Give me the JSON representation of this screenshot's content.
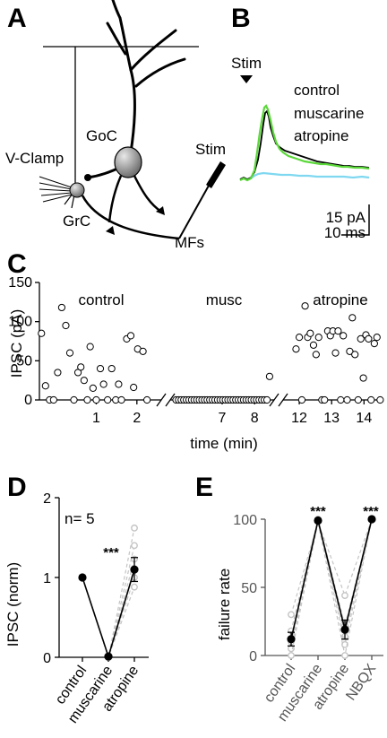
{
  "panels": {
    "A": {
      "letter": "A",
      "labels": {
        "voltage_clamp": "V-Clamp",
        "golgi": "GoC",
        "granule": "GrC",
        "stim": "Stim",
        "mossy": "MFs"
      }
    },
    "B": {
      "letter": "B",
      "stim_label": "Stim",
      "legend": [
        {
          "name": "control",
          "color": "#000000"
        },
        {
          "name": "muscarine",
          "color": "#7fd8f0"
        },
        {
          "name": "atropine",
          "color": "#5bd83a"
        }
      ],
      "scalebar": {
        "amplitude": "15 pA",
        "time": "10 ms"
      }
    },
    "C": {
      "letter": "C",
      "ylabel": "IPSC (pA)",
      "xlabel": "time (min)",
      "segment_titles": [
        "control",
        "musc",
        "atropine"
      ]
    },
    "D": {
      "letter": "D",
      "ylabel": "IPSC (norm)",
      "annotation": "n= 5",
      "significance": "***"
    },
    "E": {
      "letter": "E",
      "ylabel": "failure rate",
      "significance": [
        "***",
        "***"
      ]
    }
  },
  "chart_data": [
    {
      "id": "C",
      "type": "scatter",
      "ylabel": "IPSC (pA)",
      "xlabel": "time (min)",
      "ylim": [
        0,
        150
      ],
      "yticks": [
        0,
        50,
        100,
        150
      ],
      "segments": [
        {
          "title": "control",
          "xlim": [
            -0.4,
            2.6
          ],
          "xticks": [
            1,
            2
          ],
          "points": [
            [
              -0.35,
              85
            ],
            [
              -0.25,
              18
            ],
            [
              -0.15,
              0
            ],
            [
              -0.05,
              0
            ],
            [
              0.05,
              35
            ],
            [
              0.15,
              118
            ],
            [
              0.25,
              95
            ],
            [
              0.35,
              60
            ],
            [
              0.45,
              0
            ],
            [
              0.55,
              35
            ],
            [
              0.62,
              42
            ],
            [
              0.7,
              25
            ],
            [
              0.78,
              0
            ],
            [
              0.85,
              68
            ],
            [
              0.92,
              15
            ],
            [
              1.0,
              0
            ],
            [
              1.1,
              40
            ],
            [
              1.18,
              20
            ],
            [
              1.28,
              0
            ],
            [
              1.38,
              40
            ],
            [
              1.48,
              0
            ],
            [
              1.55,
              20
            ],
            [
              1.62,
              0
            ],
            [
              1.75,
              78
            ],
            [
              1.85,
              82
            ],
            [
              1.92,
              16
            ],
            [
              2.02,
              65
            ],
            [
              2.15,
              62
            ],
            [
              2.25,
              0
            ]
          ]
        },
        {
          "title": "musc",
          "xlim": [
            5.4,
            8.6
          ],
          "xticks": [
            7,
            8
          ],
          "points": [
            [
              5.58,
              0
            ],
            [
              5.66,
              0
            ],
            [
              5.74,
              0
            ],
            [
              5.82,
              0
            ],
            [
              5.9,
              0
            ],
            [
              5.98,
              0
            ],
            [
              6.06,
              0
            ],
            [
              6.14,
              0
            ],
            [
              6.22,
              0
            ],
            [
              6.3,
              0
            ],
            [
              6.38,
              0
            ],
            [
              6.46,
              0
            ],
            [
              6.54,
              0
            ],
            [
              6.62,
              0
            ],
            [
              6.7,
              0
            ],
            [
              6.78,
              0
            ],
            [
              6.86,
              0
            ],
            [
              6.94,
              0
            ],
            [
              7.02,
              0
            ],
            [
              7.1,
              0
            ],
            [
              7.18,
              0
            ],
            [
              7.26,
              0
            ],
            [
              7.34,
              0
            ],
            [
              7.42,
              0
            ],
            [
              7.5,
              0
            ],
            [
              7.58,
              0
            ],
            [
              7.66,
              0
            ],
            [
              7.74,
              0
            ],
            [
              7.82,
              0
            ],
            [
              7.9,
              0
            ],
            [
              7.98,
              0
            ],
            [
              8.06,
              0
            ],
            [
              8.14,
              0
            ],
            [
              8.22,
              0
            ],
            [
              8.3,
              0
            ],
            [
              8.38,
              0
            ],
            [
              8.46,
              30
            ]
          ]
        },
        {
          "title": "atropine",
          "xlim": [
            11.5,
            14.6
          ],
          "xticks": [
            12,
            13,
            14
          ],
          "points": [
            [
              11.9,
              65
            ],
            [
              12.0,
              80
            ],
            [
              12.08,
              0
            ],
            [
              12.18,
              120
            ],
            [
              12.26,
              80
            ],
            [
              12.34,
              85
            ],
            [
              12.44,
              70
            ],
            [
              12.52,
              58
            ],
            [
              12.6,
              80
            ],
            [
              12.7,
              0
            ],
            [
              12.78,
              0
            ],
            [
              12.88,
              88
            ],
            [
              12.96,
              82
            ],
            [
              13.04,
              88
            ],
            [
              13.12,
              60
            ],
            [
              13.2,
              88
            ],
            [
              13.28,
              0
            ],
            [
              13.36,
              82
            ],
            [
              13.48,
              0
            ],
            [
              13.56,
              62
            ],
            [
              13.64,
              105
            ],
            [
              13.72,
              58
            ],
            [
              13.82,
              0
            ],
            [
              13.9,
              78
            ],
            [
              13.98,
              28
            ],
            [
              14.06,
              83
            ],
            [
              14.14,
              78
            ],
            [
              14.22,
              0
            ],
            [
              14.32,
              72
            ],
            [
              14.4,
              80
            ],
            [
              14.5,
              0
            ]
          ]
        }
      ]
    },
    {
      "id": "D",
      "type": "line",
      "categories": [
        "control",
        "muscarine",
        "atropine"
      ],
      "ylabel": "IPSC (norm)",
      "ylim": [
        0,
        2
      ],
      "yticks": [
        0,
        1,
        2
      ],
      "mean": [
        1.0,
        0.01,
        1.1
      ],
      "sem": [
        0,
        0,
        0.15
      ],
      "individual": [
        [
          1.0,
          0.0,
          0.88
        ],
        [
          1.0,
          0.0,
          1.0
        ],
        [
          1.0,
          0.0,
          1.23
        ],
        [
          1.0,
          0.0,
          1.4
        ],
        [
          1.0,
          0.0,
          1.62
        ]
      ]
    },
    {
      "id": "E",
      "type": "line",
      "categories": [
        "control",
        "muscarine",
        "atropine",
        "NBQX"
      ],
      "ylabel": "failure rate",
      "ylim": [
        0,
        100
      ],
      "yticks": [
        0,
        50,
        100
      ],
      "mean": [
        12,
        99,
        19,
        100
      ],
      "sem": [
        5,
        1,
        7,
        0
      ],
      "individual": [
        [
          30,
          98,
          44,
          100
        ],
        [
          18,
          100,
          22,
          100
        ],
        [
          10,
          99,
          14,
          100
        ],
        [
          5,
          100,
          8,
          100
        ],
        [
          0,
          98,
          0,
          100
        ]
      ]
    }
  ]
}
